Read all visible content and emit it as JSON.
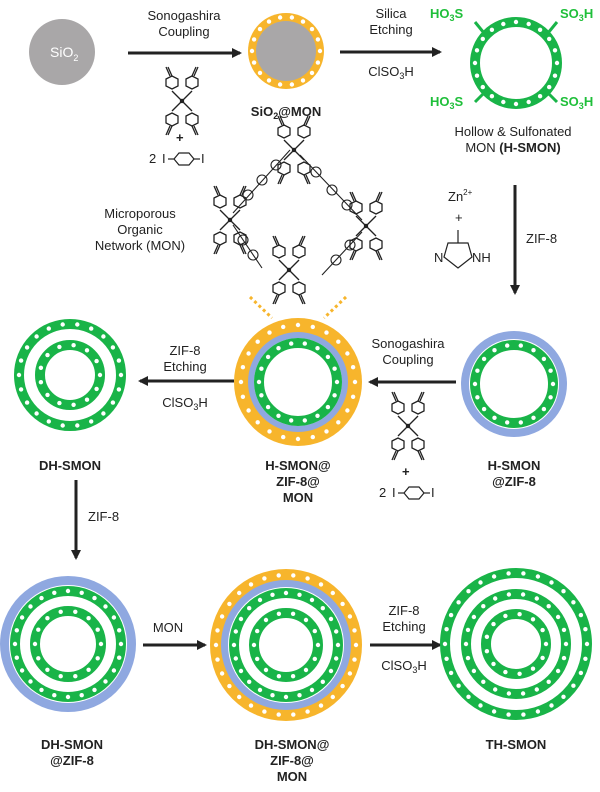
{
  "colors": {
    "silica": "#a9a7a8",
    "mon": "#f7b52c",
    "smon": "#19b448",
    "zif8": "#8fa8e0",
    "arrow": "#222222",
    "sulfonic_label": "#1fbf3a"
  },
  "start": {
    "sio2_label": "SiO",
    "sio2_sub": "2"
  },
  "step1": {
    "line1": "Sonogashira",
    "line2": "Coupling",
    "reagent_plus": "+",
    "reagent_count": "2",
    "reagent_i": "I"
  },
  "sio2_mon": {
    "a": "SiO",
    "sub": "2",
    "b": "@MON"
  },
  "step2": {
    "line1": "Silica",
    "line2": "Etching",
    "reagent_a": "ClSO",
    "reagent_sub": "3",
    "reagent_b": "H"
  },
  "sulfonic": {
    "ho3s_a": "HO",
    "ho3s_sub": "3",
    "ho3s_b": "S",
    "so3h_a": "SO",
    "so3h_sub": "3",
    "so3h_b": "H"
  },
  "hsmon": {
    "line1": "Hollow & Sulfonated",
    "line2a": "MON ",
    "line2b": "(H-SMON)"
  },
  "mon_network": {
    "line1": "Microporous",
    "line2": "Organic",
    "line3": "Network (MON)"
  },
  "step3": {
    "zn": "Zn",
    "zn_sup": "2+",
    "plus": "+",
    "label": "ZIF-8",
    "imid_n": "N",
    "imid_nh": "NH"
  },
  "step4": {
    "line1": "Sonogashira",
    "line2": "Coupling",
    "plus": "+",
    "count": "2",
    "i": "I"
  },
  "step5": {
    "line1": "ZIF-8",
    "line2": "Etching",
    "reagent_a": "ClSO",
    "reagent_sub": "3",
    "reagent_b": "H"
  },
  "labels": {
    "dh_smon": "DH-SMON",
    "hsmon_zif_mon": [
      "H-SMON@",
      "ZIF-8@",
      "MON"
    ],
    "hsmon_zif": [
      "H-SMON",
      "@ZIF-8"
    ],
    "dh_smon_zif": [
      "DH-SMON",
      "@ZIF-8"
    ],
    "dh_smon_zif_mon": [
      "DH-SMON@",
      "ZIF-8@",
      "MON"
    ],
    "th_smon": "TH-SMON"
  },
  "step6": {
    "label": "ZIF-8"
  },
  "step7": {
    "label": "MON"
  },
  "step8": {
    "line1": "ZIF-8",
    "line2": "Etching",
    "reagent_a": "ClSO",
    "reagent_sub": "3",
    "reagent_b": "H"
  }
}
